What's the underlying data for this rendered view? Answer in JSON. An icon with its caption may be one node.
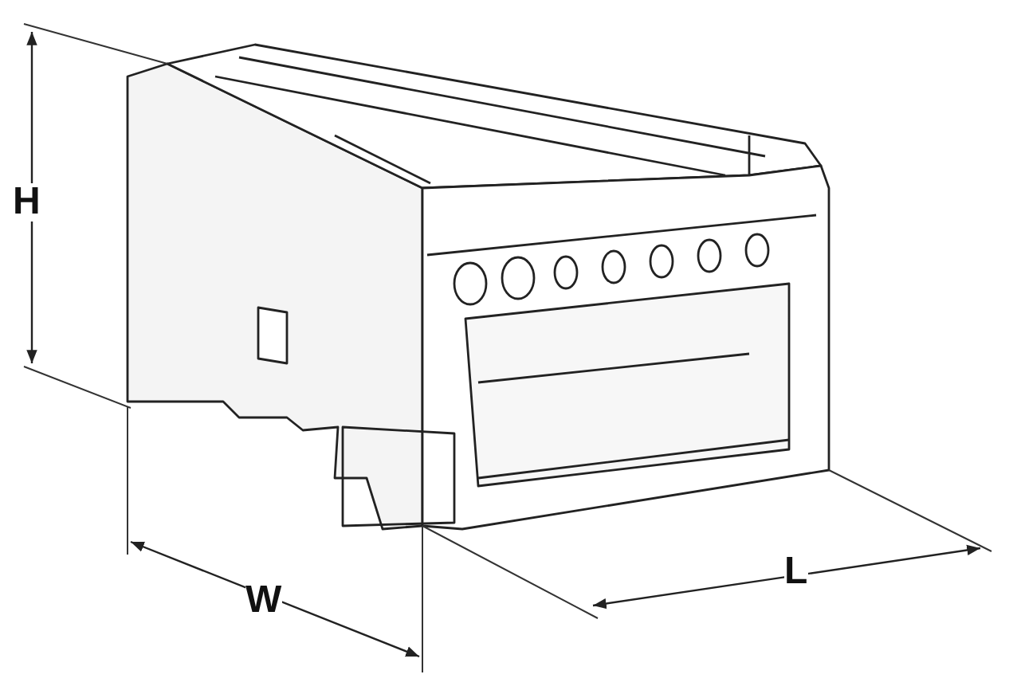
{
  "diagram": {
    "labels": [
      "H",
      "W",
      "L"
    ]
  }
}
